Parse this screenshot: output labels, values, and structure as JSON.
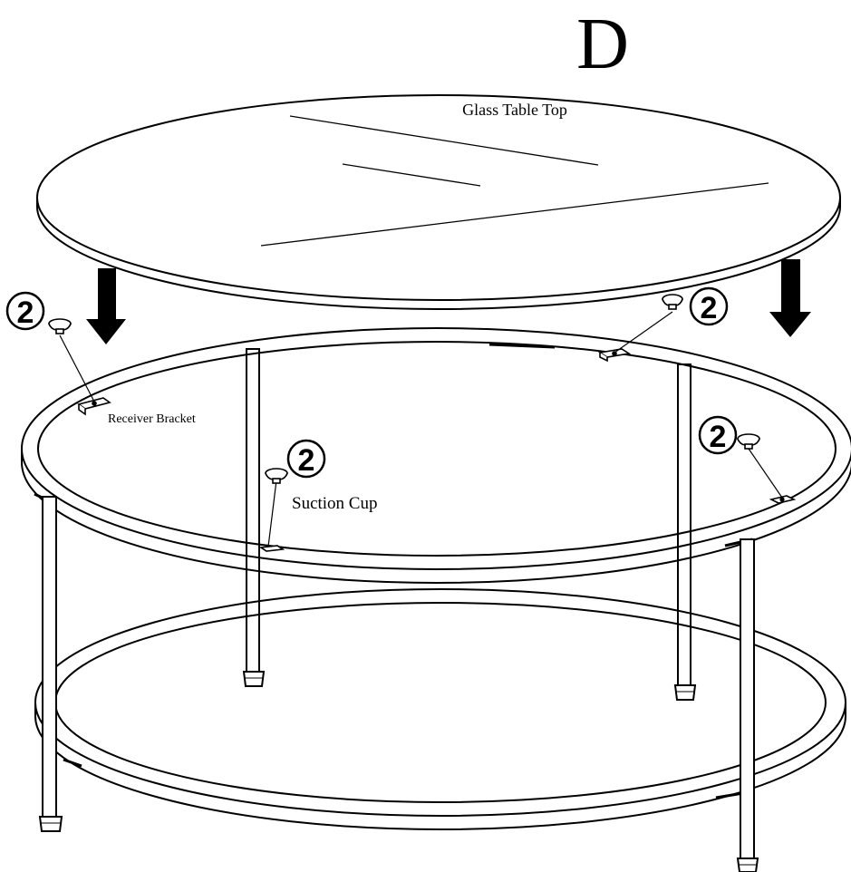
{
  "step": {
    "letter": "D"
  },
  "labels": {
    "glass_top": "Glass Table Top",
    "receiver_bracket": "Receiver Bracket",
    "suction_cup": "Suction Cup"
  },
  "callouts": [
    {
      "name": "callout-suction-cup-quantity-left",
      "text": "2"
    },
    {
      "name": "callout-suction-cup-quantity-back-right",
      "text": "2"
    },
    {
      "name": "callout-suction-cup-quantity-right",
      "text": "2"
    },
    {
      "name": "callout-suction-cup-quantity-center",
      "text": "2"
    }
  ],
  "colors": {
    "ink": "#000000",
    "paper": "#ffffff"
  },
  "icons": {
    "arrow": "down-arrow-icon",
    "suction_cup": "suction-cup-icon",
    "bracket": "receiver-bracket-icon",
    "foot": "leg-foot-icon"
  }
}
